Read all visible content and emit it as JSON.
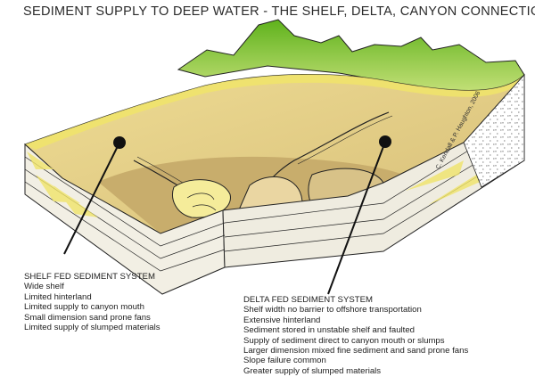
{
  "title": "SEDIMENT SUPPLY TO DEEP WATER - THE SHELF, DELTA, CANYON CONNECTIONS",
  "credit": "C. Kendall & P. Haughton, 2006",
  "shelf_fed": {
    "heading": "SHELF FED SEDIMENT SYSTEM",
    "items": [
      "Wide shelf",
      "Limited hinterland",
      "Limited supply to canyon mouth",
      "Small dimension sand prone fans",
      "Limited supply of slumped materials"
    ]
  },
  "delta_fed": {
    "heading": "DELTA FED SEDIMENT SYSTEM",
    "items": [
      "Shelf width no barrier to offshore transportation",
      "Extensive hinterland",
      "Sediment stored in unstable shelf and faulted",
      "Supply of sediment direct to canyon mouth or  slumps",
      "Larger dimension mixed fine sediment and sand prone fans",
      "Slope failure common",
      "Greater supply of slumped materials"
    ]
  },
  "colors": {
    "shelf_sand": "#e7cf86",
    "deep_basin": "#c9b070",
    "fan_yellow": "#f5ec9a",
    "block_side": "#f1efe6",
    "hills_green": "#7cc42e"
  }
}
